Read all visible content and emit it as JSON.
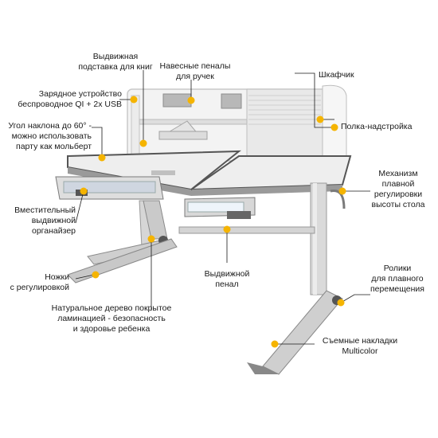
{
  "callouts": {
    "book_stand": "Выдвижная\nподставка для книг",
    "pencil_cases": "Навесные пеналы\nдля ручек",
    "cabinet": "Шкафчик",
    "charger": "Зарядное устройство\nбеспроводное QI + 2x USB",
    "shelf": "Полка-надстройка",
    "tilt": "Угол наклона до 60° -\nможно использовать\nпарту как мольберт",
    "mechanism": "Механизм\nплавной\nрегулировки\nвысоты стола",
    "organizer": "Вместительный\nвыдвижной\nорганайзер",
    "drawer": "Выдвижной\nпенал",
    "casters": "Ролики\nдля плавного\nперемещения",
    "legs": "Ножки\nс регулировкой",
    "wood": "Натуральное дерево покрытое\nламинацией - безопасность\nи здоровье ребенка",
    "pads": "Съемные накладки\nMulticolor"
  },
  "colors": {
    "accent": "#f5b400",
    "frame": "#d6d6d6",
    "frame_dark": "#8a8a8a",
    "desk_top": "#eeeeee",
    "edge": "#555555"
  }
}
